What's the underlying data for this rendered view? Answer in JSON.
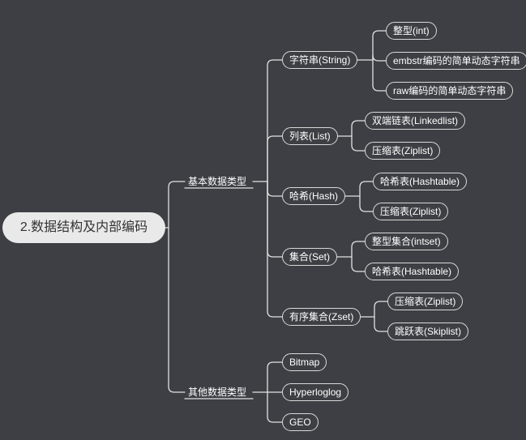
{
  "colors": {
    "background": "#3d3f44",
    "line": "#e2e2e2",
    "root_fill": "#e9e9e9",
    "root_text": "#333333",
    "node_border": "#d9d9d9"
  },
  "mindmap": {
    "root": "2.数据结构及内部编码",
    "branches": [
      {
        "label": "基本数据类型",
        "children": [
          {
            "label": "字符串(String)",
            "children": [
              "整型(int)",
              "embstr编码的简单动态字符串",
              "raw编码的简单动态字符串"
            ]
          },
          {
            "label": "列表(List)",
            "children": [
              "双端链表(Linkedlist)",
              "压缩表(Ziplist)"
            ]
          },
          {
            "label": "哈希(Hash)",
            "children": [
              "哈希表(Hashtable)",
              "压缩表(Ziplist)"
            ]
          },
          {
            "label": "集合(Set)",
            "children": [
              "整型集合(intset)",
              "哈希表(Hashtable)"
            ]
          },
          {
            "label": "有序集合(Zset)",
            "children": [
              "压缩表(Ziplist)",
              "跳跃表(Skiplist)"
            ]
          }
        ]
      },
      {
        "label": "其他数据类型",
        "children": [
          {
            "label": "Bitmap",
            "children": []
          },
          {
            "label": "Hyperloglog",
            "children": []
          },
          {
            "label": "GEO",
            "children": []
          }
        ]
      }
    ]
  }
}
